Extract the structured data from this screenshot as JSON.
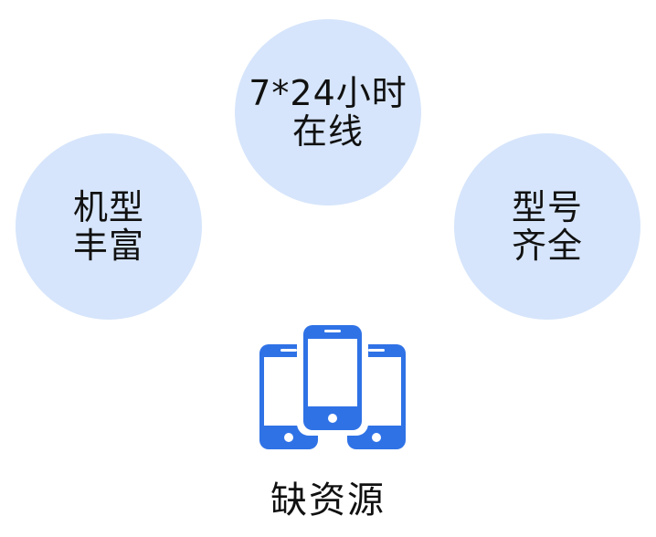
{
  "colors": {
    "bubble_fill": "#d6e5fb",
    "phone_blue": "#2f72e6",
    "text": "#111111"
  },
  "bubbles": {
    "top": {
      "line1": "7*24小时",
      "line2": "在线"
    },
    "left": {
      "line1": "机型",
      "line2": "丰富"
    },
    "right": {
      "line1": "型号",
      "line2": "齐全"
    }
  },
  "icon": {
    "name": "mobile-phones-icon"
  },
  "caption": "缺资源"
}
